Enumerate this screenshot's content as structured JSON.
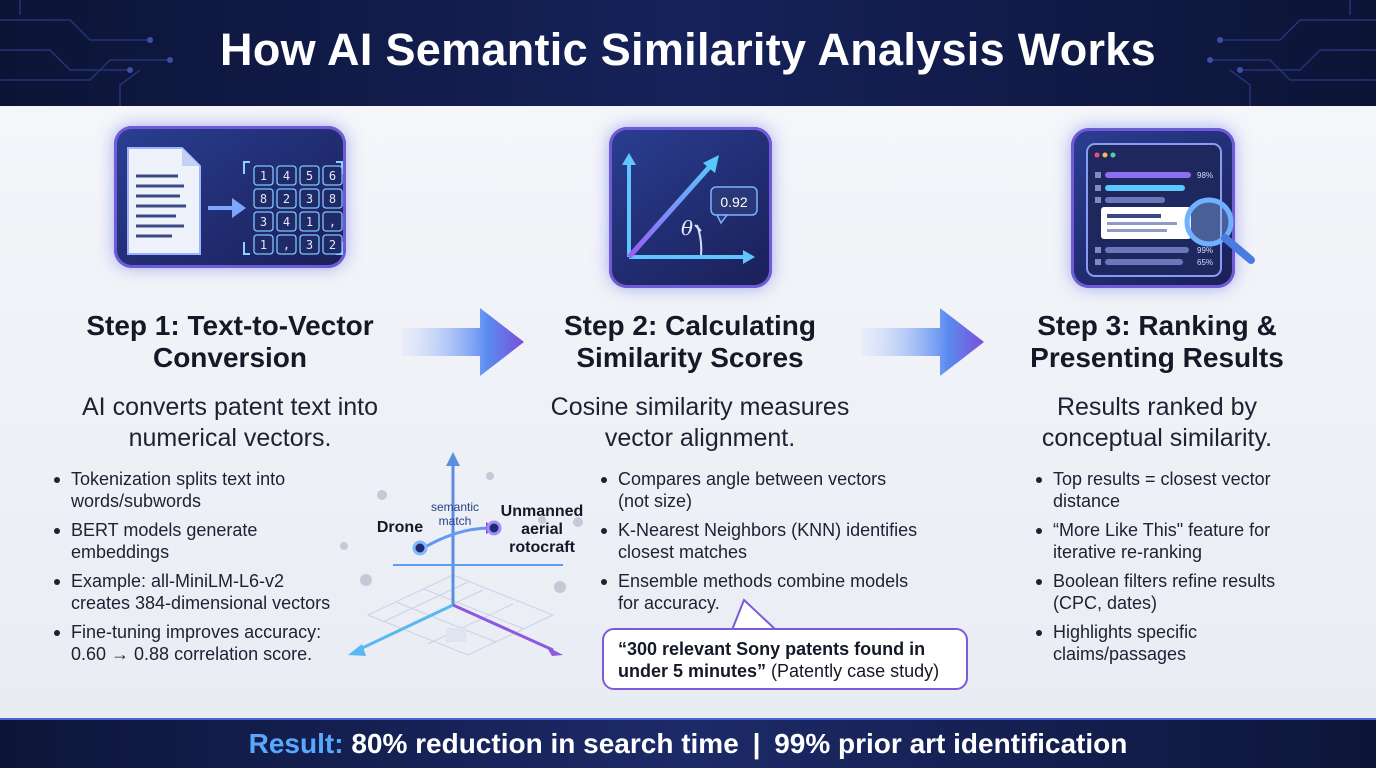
{
  "title": "How AI Semantic Similarity Analysis Works",
  "steps": [
    {
      "title_line1": "Step 1: Text-to-Vector",
      "title_line2": "Conversion",
      "sub_line1": "AI converts patent text into",
      "sub_line2": "numerical vectors.",
      "bullets": [
        {
          "l1": "Tokenization splits text into",
          "l2": "words/subwords"
        },
        {
          "l1": "BERT models generate",
          "l2": "embeddings"
        },
        {
          "l1": "Example: all-MiniLM-L6-v2",
          "l2": "creates 384-dimensional vectors"
        },
        {
          "l1": "Fine-tuning improves accuracy:",
          "l2": "0.60 → 0.88 correlation score."
        }
      ],
      "icon": "document-to-vector-icon"
    },
    {
      "title_line1": "Step 2: Calculating",
      "title_line2": "Similarity Scores",
      "sub_line1": "Cosine similarity measures",
      "sub_line2": "vector alignment.",
      "bullets": [
        {
          "l1": "Compares angle between vectors",
          "l2": "(not size)"
        },
        {
          "l1": "K-Nearest Neighbors (KNN) identifies",
          "l2": "closest matches"
        },
        {
          "l1": "Ensemble methods combine models",
          "l2": "for accuracy."
        }
      ],
      "icon": "cosine-angle-icon",
      "icon_value": "0.92",
      "icon_symbol": "θ"
    },
    {
      "title_line1": "Step 3: Ranking &",
      "title_line2": "Presenting Results",
      "sub_line1": "Results ranked by",
      "sub_line2": "conceptual similarity.",
      "bullets": [
        {
          "l1": "Top results = closest vector",
          "l2": "distance"
        },
        {
          "l1": "“More Like This\" feature for",
          "l2": "iterative re-ranking"
        },
        {
          "l1": "Boolean filters refine results",
          "l2": "(CPC, dates)"
        },
        {
          "l1": "Highlights specific",
          "l2": "claims/passages"
        }
      ],
      "icon": "ranked-results-magnifier-icon",
      "icon_values": [
        "98%",
        "99%",
        "65%"
      ]
    }
  ],
  "matrix_values": [
    "1",
    "4",
    "5",
    "6",
    "8",
    "2",
    "3",
    "8",
    "3",
    "4",
    "1",
    ",",
    "1",
    ",",
    "3",
    "2"
  ],
  "diagram": {
    "label_left": "Drone",
    "label_mid_line1": "semantic",
    "label_mid_line2": "match",
    "label_right_line1": "Unmanned",
    "label_right_line2": "aerial",
    "label_right_line3": "rotocraft"
  },
  "quote": {
    "bold_line1": "“300 relevant Sony patents found in",
    "bold_line2": "under 5 minutes”",
    "rest": " (Patently case study)"
  },
  "footer": {
    "result_label": "Result:",
    "stat1": "80% reduction in search time",
    "separator": "|",
    "stat2": "99% prior art identification"
  },
  "colors": {
    "header_bg": "#121b4a",
    "accent_purple": "#7c5ad8",
    "accent_blue": "#4d8cf0",
    "footer_highlight": "#58a8ff"
  }
}
